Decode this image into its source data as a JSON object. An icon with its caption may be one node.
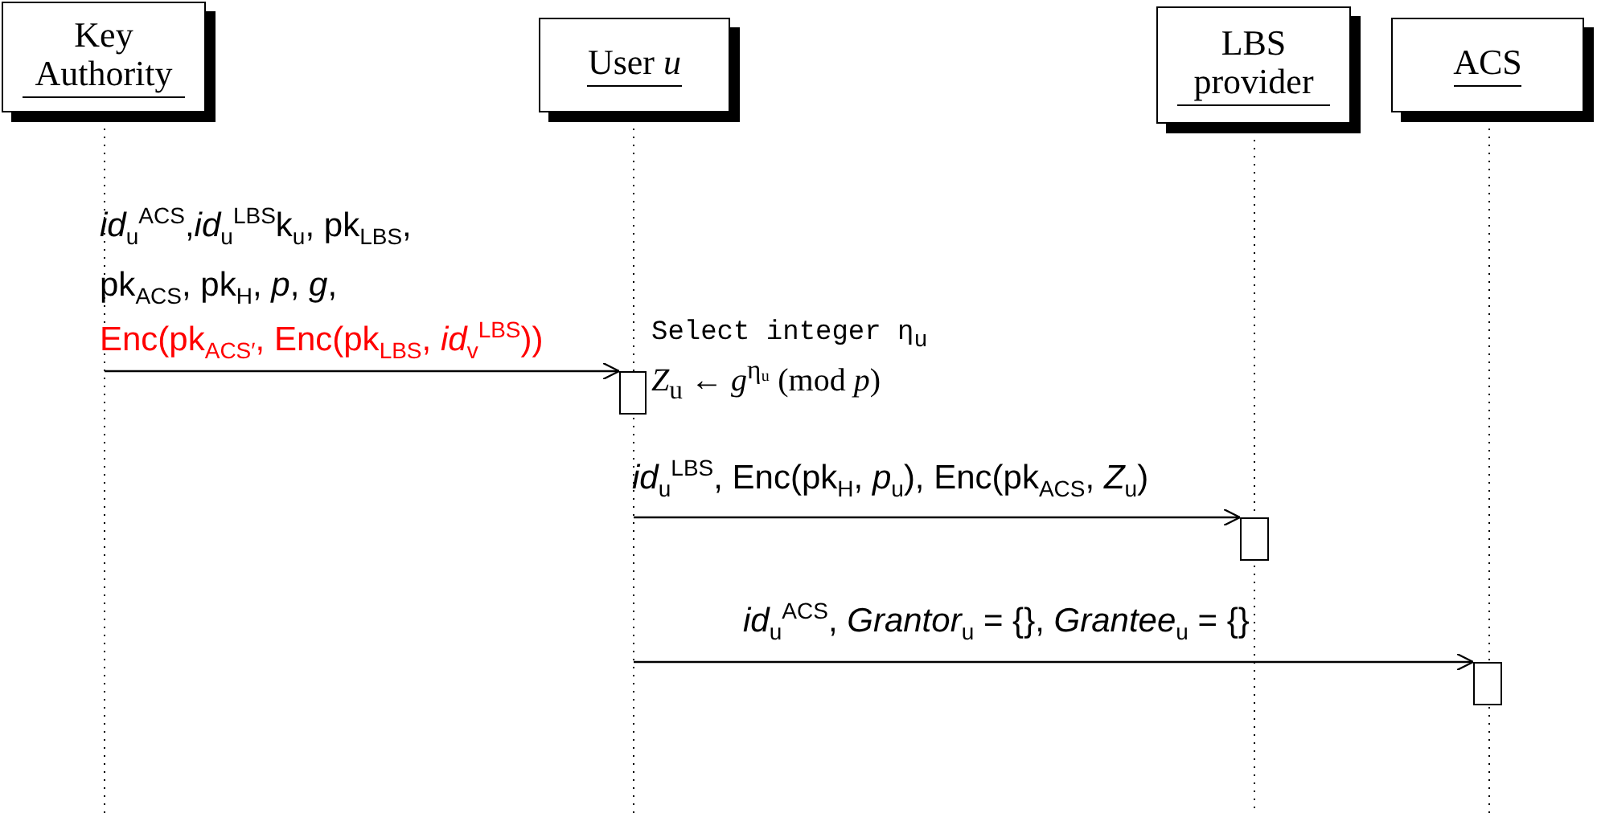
{
  "diagram": {
    "nodes": [
      {
        "text": [
          "Key Authority"
        ]
      },
      {
        "text": [
          "User *u*"
        ]
      },
      {
        "text": [
          "LBS provider"
        ]
      },
      {
        "text": [
          "ACS"
        ]
      },
      {
        "text": [],
        "shape": "box",
        "beside": [
          "Select integer η$_{u}$",
          "*Z*$_{u}$ ← *g*$^{ηᵤ}$ (mod *p*)"
        ]
      },
      {
        "text": [],
        "shape": "box"
      },
      {
        "text": [],
        "shape": "box"
      }
    ],
    "edges": [
      {
        "from": 0,
        "to": 4,
        "arrow": "to",
        "label": "*id*$_{u}$$^{ACS}$,*id*$_{u}$$^{LBS}$k$_{u}$, pk$_{LBS}$, pk$_{ACS}$, pk$_{H}$, *p*, *g*,"
      },
      {
        "from": 1,
        "to": 5,
        "arrow": "to",
        "label": "*id*$_{u}$$^{LBS}$, Enc(pk$_{H}$, *p*$_{u}$), Enc(pk$_{ACS}$, *Z*$_{u}$)"
      },
      {
        "from": 1,
        "to": 6,
        "arrow": "to",
        "label": "*id*$_{u}$$^{ACS}$, *Grantor*$_{u}$ = {}, *Grantee*$_{u}$ = {}"
      }
    ],
    "labels": [
      "Enc(pk$_{ACS′}$, Enc(pk$_{LBS}$, *id*$_{v}$$^{LBS}$))"
    ]
  }
}
